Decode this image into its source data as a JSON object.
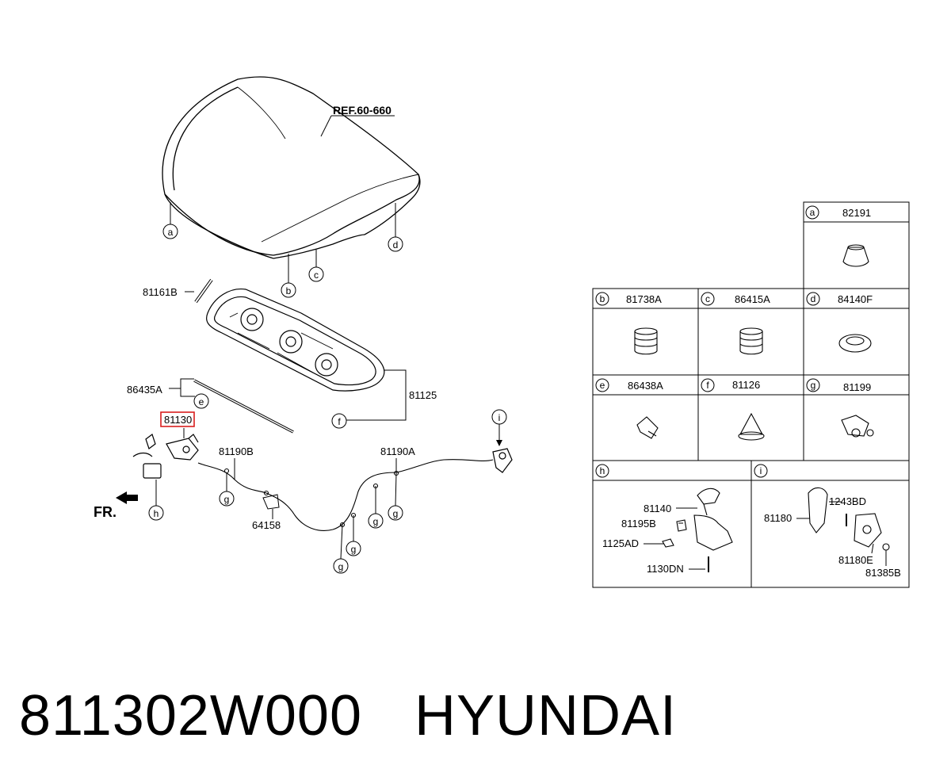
{
  "diagram": {
    "ref_label": "REF.60-660",
    "front_label": "FR.",
    "callouts": {
      "hood_strut": "81161B",
      "insulator": "81125",
      "weatherstrip": "86435A",
      "latch": "81130",
      "cable_b": "81190B",
      "cable_a": "81190A",
      "bracket": "64158"
    },
    "circle_letters": {
      "a": "a",
      "b": "b",
      "c": "c",
      "d": "d",
      "e": "e",
      "f": "f",
      "g": "g",
      "h": "h",
      "i": "i"
    },
    "highlight_color": "#d81e1e"
  },
  "parts_table": {
    "cells": [
      {
        "key": "a",
        "code": "82191"
      },
      {
        "key": "b",
        "code": "81738A"
      },
      {
        "key": "c",
        "code": "86415A"
      },
      {
        "key": "d",
        "code": "84140F"
      },
      {
        "key": "e",
        "code": "86438A"
      },
      {
        "key": "f",
        "code": "81126"
      },
      {
        "key": "g",
        "code": "81199"
      },
      {
        "key": "h",
        "code": ""
      },
      {
        "key": "i",
        "code": ""
      }
    ],
    "detail_h": {
      "labels": [
        "81140",
        "81195B",
        "1125AD",
        "1130DN"
      ]
    },
    "detail_i": {
      "labels": [
        "81180",
        "1243BD",
        "81180E",
        "81385B"
      ]
    }
  },
  "caption": {
    "part_number": "811302W000",
    "brand": "HYUNDAI"
  }
}
